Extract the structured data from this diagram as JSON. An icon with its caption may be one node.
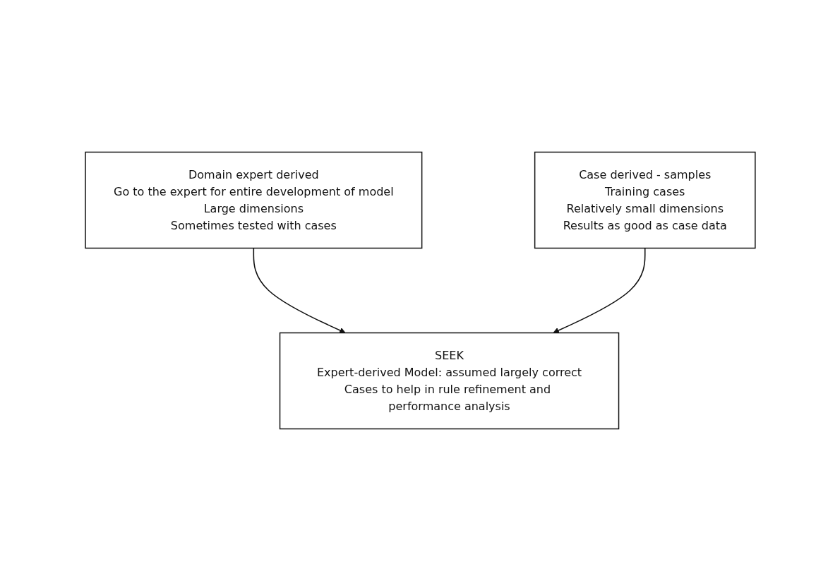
{
  "diagram": {
    "nodes": [
      {
        "text": [
          "Domain expert derived",
          "Go to the expert for entire development of model",
          "Large dimensions",
          "Sometimes tested with cases"
        ]
      },
      {
        "text": [
          "Case derived - samples",
          "Training cases",
          "Relatively small dimensions",
          "Results as good as case data"
        ]
      },
      {
        "text": [
          "SEEK",
          "Expert-derived Model: assumed largely correct",
          "Cases to help in rule refinement and performance analysis"
        ]
      }
    ],
    "edges": [
      {
        "from": 0,
        "to": 2,
        "arrow": "to"
      },
      {
        "from": 1,
        "to": 2,
        "arrow": "to"
      }
    ]
  }
}
